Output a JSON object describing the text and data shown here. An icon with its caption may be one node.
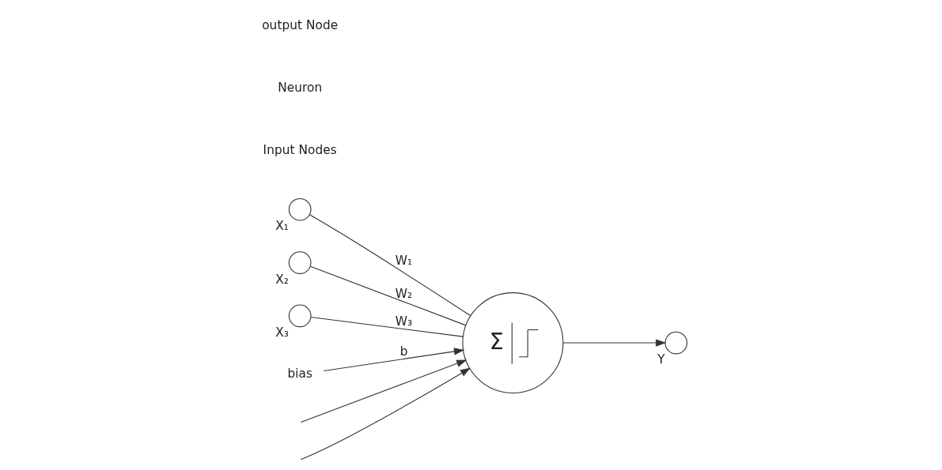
{
  "diagram": {
    "nodes": [
      {
        "text": [],
        "shape": "circle",
        "beside": [
          "X₁"
        ]
      },
      {
        "text": [],
        "shape": "circle",
        "beside": [
          "X₂"
        ]
      },
      {
        "text": [],
        "shape": "circle",
        "beside": [
          "X₃"
        ]
      },
      {
        "text": [
          "Σ"
        ]
      },
      {
        "text": [],
        "shape": "circle",
        "beside": [
          "Y"
        ]
      },
      {
        "text": [
          "bias"
        ]
      }
    ],
    "edges": [
      {
        "from": 0,
        "to": 3,
        "arrow": "none",
        "label": "W₁"
      },
      {
        "from": 1,
        "to": 3,
        "arrow": "none",
        "label": "W₂"
      },
      {
        "from": 2,
        "to": 3,
        "arrow": "none",
        "label": "W₃"
      },
      {
        "from": 3,
        "to": 4,
        "arrow": "to"
      },
      {
        "from": null,
        "to": 3,
        "arrow": "to"
      },
      {
        "from": 5,
        "to": 3,
        "arrow": "to",
        "label": "b"
      },
      {
        "from": null,
        "to": 3,
        "arrow": "to"
      }
    ],
    "labels": [
      "Input Nodes",
      "Neuron",
      "output Node"
    ]
  }
}
